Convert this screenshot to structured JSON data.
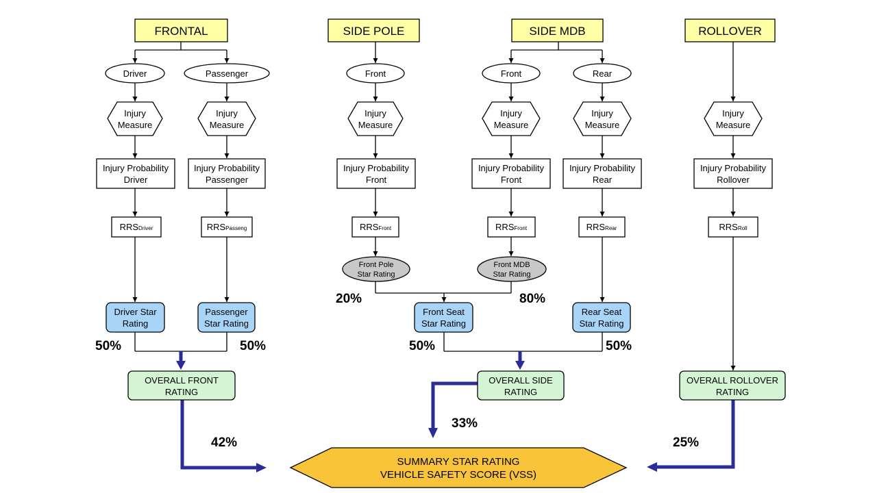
{
  "headers": {
    "frontal": "FRONTAL",
    "side_pole": "SIDE POLE",
    "side_mdb": "SIDE MDB",
    "rollover": "ROLLOVER"
  },
  "occupants": {
    "driver": "Driver",
    "passenger": "Passenger",
    "pole_front": "Front",
    "mdb_front": "Front",
    "mdb_rear": "Rear"
  },
  "injury_measure": [
    "Injury",
    "Measure"
  ],
  "probability": {
    "driver": [
      "Injury Probability",
      "Driver"
    ],
    "passenger": [
      "Injury Probability",
      "Passenger"
    ],
    "pole_front": [
      "Injury Probability",
      "Front"
    ],
    "mdb_front": [
      "Injury Probability",
      "Front"
    ],
    "mdb_rear": [
      "Injury Probability",
      "Rear"
    ],
    "rollover": [
      "Injury Probability",
      "Rollover"
    ]
  },
  "rrs": {
    "base": "RRS",
    "driver": "Driver",
    "passenger": "Passeng",
    "pole_front": "Front",
    "mdb_front": "Front",
    "mdb_rear": "Rear",
    "rollover": "Roll"
  },
  "intermediate_ratings": {
    "front_pole": [
      "Front Pole",
      "Star Rating"
    ],
    "front_mdb": [
      "Front MDB",
      "Star Rating"
    ]
  },
  "star_ratings": {
    "driver": [
      "Driver Star",
      "Rating"
    ],
    "passenger": [
      "Passenger",
      "Star Rating"
    ],
    "front_seat": [
      "Front Seat",
      "Star Rating"
    ],
    "rear_seat": [
      "Rear Seat",
      "Star Rating"
    ]
  },
  "overall": {
    "front": [
      "OVERALL FRONT",
      "RATING"
    ],
    "side": [
      "OVERALL SIDE",
      "RATING"
    ],
    "rollover": [
      "OVERALL ROLLOVER",
      "RATING"
    ]
  },
  "weights": {
    "pole": "20%",
    "mdb": "80%",
    "driver": "50%",
    "passenger": "50%",
    "front_seat": "50%",
    "rear_seat": "50%",
    "front_to_vss": "42%",
    "side_to_vss": "33%",
    "rollover_to_vss": "25%"
  },
  "summary": [
    "SUMMARY STAR RATING",
    "VEHICLE SAFETY SCORE (VSS)"
  ],
  "colors": {
    "header_fill": "#ffffa6",
    "star_fill": "#a8d4f7",
    "overall_fill": "#d3f5d3",
    "intermediate_fill": "#c8c8c8",
    "summary_fill": "#f9c33a",
    "weight_arrow": "#2b2c95"
  }
}
